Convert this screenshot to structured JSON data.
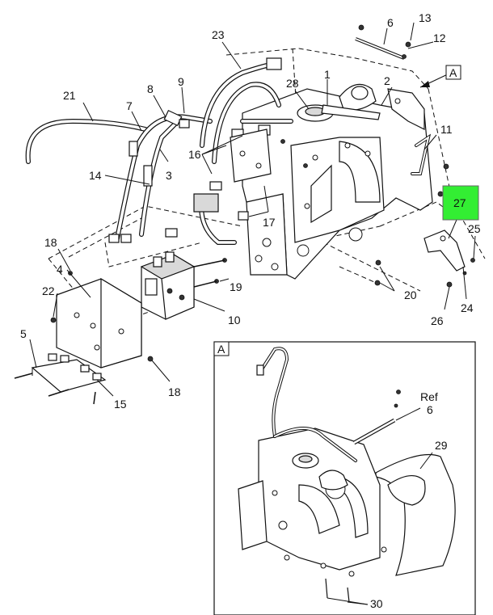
{
  "callouts": [
    {
      "id": "c1",
      "label": "1"
    },
    {
      "id": "c2",
      "label": "2"
    },
    {
      "id": "c3",
      "label": "3"
    },
    {
      "id": "c4",
      "label": "4"
    },
    {
      "id": "c5",
      "label": "5"
    },
    {
      "id": "c6",
      "label": "6"
    },
    {
      "id": "c7",
      "label": "7"
    },
    {
      "id": "c8",
      "label": "8"
    },
    {
      "id": "c9",
      "label": "9"
    },
    {
      "id": "c10",
      "label": "10"
    },
    {
      "id": "c11",
      "label": "11"
    },
    {
      "id": "c12",
      "label": "12"
    },
    {
      "id": "c13",
      "label": "13"
    },
    {
      "id": "c14",
      "label": "14"
    },
    {
      "id": "c15",
      "label": "15"
    },
    {
      "id": "c16",
      "label": "16"
    },
    {
      "id": "c17",
      "label": "17"
    },
    {
      "id": "c18a",
      "label": "18"
    },
    {
      "id": "c18b",
      "label": "18"
    },
    {
      "id": "c19",
      "label": "19"
    },
    {
      "id": "c20",
      "label": "20"
    },
    {
      "id": "c21",
      "label": "21"
    },
    {
      "id": "c22",
      "label": "22"
    },
    {
      "id": "c23",
      "label": "23"
    },
    {
      "id": "c24",
      "label": "24"
    },
    {
      "id": "c25",
      "label": "25"
    },
    {
      "id": "c26",
      "label": "26"
    },
    {
      "id": "c27",
      "label": "27"
    },
    {
      "id": "c28",
      "label": "28"
    },
    {
      "id": "c29",
      "label": "29"
    },
    {
      "id": "c30",
      "label": "30"
    },
    {
      "id": "c6ref",
      "label": "6"
    }
  ],
  "detail_marker_top": "A",
  "detail_marker_inset": "A",
  "ref_label": "Ref",
  "highlight_color": "#33ee33"
}
